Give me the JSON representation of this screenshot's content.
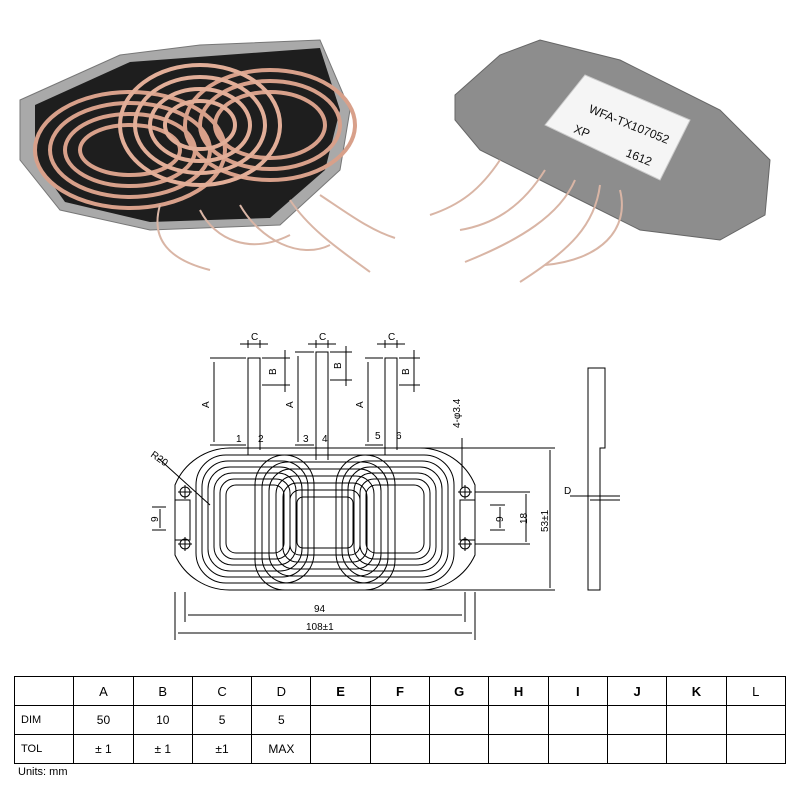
{
  "photos": {
    "label_part_number": "WFA-TX107052",
    "label_code": "XP",
    "label_date": "1612",
    "colors": {
      "copper": "#d8a08a",
      "metal": "#9a9a9a",
      "ferrite": "#1e1e1e"
    }
  },
  "drawing": {
    "dim_C": "C",
    "dim_B": "B",
    "dim_A": "A",
    "dim_D": "D",
    "pin_1": "1",
    "pin_2": "2",
    "pin_3": "3",
    "pin_4": "4",
    "pin_5": "5",
    "pin_6": "6",
    "radius": "R20",
    "holes": "4-φ3.4",
    "dim_9_left": "9",
    "dim_9_right": "9",
    "dim_18": "18",
    "dim_53": "53±1",
    "dim_94": "94",
    "dim_108": "108±1"
  },
  "table": {
    "headers": [
      "",
      "A",
      "B",
      "C",
      "D",
      "E",
      "F",
      "G",
      "H",
      "I",
      "J",
      "K",
      "L"
    ],
    "rows": [
      {
        "label": "DIM",
        "values": [
          "50",
          "10",
          "5",
          "5",
          "",
          "",
          "",
          "",
          "",
          "",
          "",
          ""
        ]
      },
      {
        "label": "TOL",
        "values": [
          "± 1",
          "± 1",
          "±1",
          "MAX",
          "",
          "",
          "",
          "",
          "",
          "",
          "",
          ""
        ]
      }
    ]
  },
  "units": "Units: mm"
}
